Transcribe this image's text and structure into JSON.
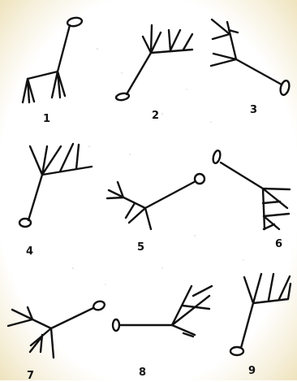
{
  "figure_labels": [
    "1",
    "2",
    "3",
    "4",
    "5",
    "6",
    "7",
    "8",
    "9"
  ],
  "colors": {
    "ink": "#111111",
    "paper": "#ffffff",
    "border_tint": "#efe3bd"
  }
}
